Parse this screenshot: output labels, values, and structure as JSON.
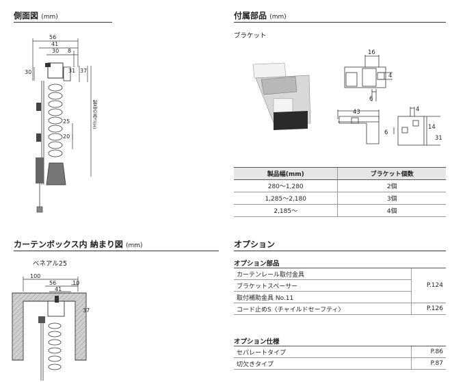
{
  "side_view": {
    "title": "側面図",
    "unit": "(mm)",
    "dims": {
      "d56": "56",
      "d41": "41",
      "d30": "30",
      "d8": "8",
      "d30_left": "30",
      "d31": "31",
      "d37": "37",
      "d25": "25",
      "d20": "20"
    },
    "height_label": "製品の高さ(H)"
  },
  "accessories": {
    "title": "付属部品",
    "unit": "(mm)",
    "bracket_label": "ブラケット",
    "dims": {
      "d16": "16",
      "d4a": "4",
      "d6a": "6",
      "d43": "43",
      "d4b": "4",
      "d6b": "6",
      "d14": "14",
      "d31": "31"
    }
  },
  "bracket_table": {
    "headers": [
      "製品幅(mm)",
      "ブラケット個数"
    ],
    "rows": [
      [
        "280〜1,280",
        "2個"
      ],
      [
        "1,285〜2,180",
        "3個"
      ],
      [
        "2,185〜",
        "4個"
      ]
    ]
  },
  "box_view": {
    "title": "カーテンボックス内 納まり図",
    "unit": "(mm)",
    "product": "ベネアル25",
    "dims": {
      "d100": "100",
      "d56": "56",
      "d41": "41",
      "d10": "10",
      "d37": "37"
    }
  },
  "options": {
    "title": "オプション",
    "parts_title": "オプション部品",
    "parts": [
      "カーテンレール取付金具",
      "ブラケットスペーサー",
      "取付補助金具 No.11",
      "コード止めS〈チャイルドセーフティ〉"
    ],
    "parts_pages": [
      "P.124",
      "P.126"
    ],
    "specs_title": "オプション仕様",
    "specs": [
      {
        "label": "セパレートタイプ",
        "page": "P.86"
      },
      {
        "label": "切欠きタイプ",
        "page": "P.87"
      }
    ]
  }
}
